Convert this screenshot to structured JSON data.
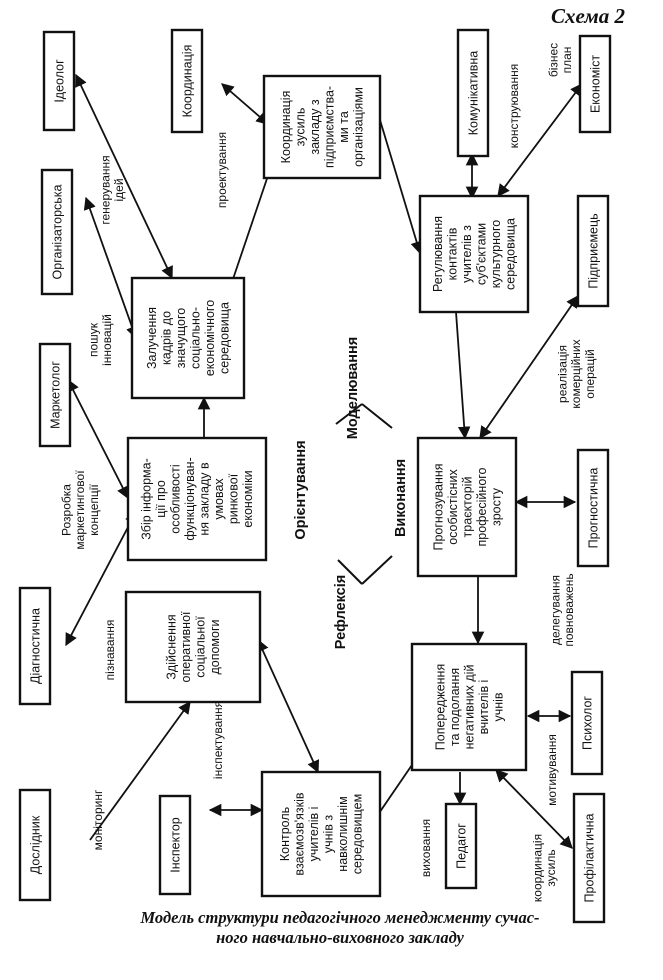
{
  "scheme_label": "Схема 2",
  "caption": {
    "line1": "Модель структури педагогічного менеджменту сучас-",
    "line2": "ного навчально-виховного закладу"
  },
  "center": {
    "functions": [
      "Моделювання",
      "Орієнтування",
      "Виконання",
      "Рефлексія"
    ]
  },
  "roles": {
    "ideolog": [
      "Ідеолог"
    ],
    "orhanizatorska": [
      "Організаторська"
    ],
    "marketoloh": [
      "Маркетолог"
    ],
    "diahnostychna": [
      "Діагностична"
    ],
    "doslidnyk": [
      "Дослідник"
    ],
    "koordynatsiia": [
      "Координація"
    ],
    "komunikatyvna": [
      "Комунікативна"
    ],
    "ekonomist": [
      "Економіст"
    ],
    "pidpryiemets": [
      "Підприємець"
    ],
    "prohnostychna": [
      "Прогностична"
    ],
    "psykholoh": [
      "Психолог"
    ],
    "profilaktychna": [
      "Профілактична"
    ],
    "pedahoh": [
      "Педагог"
    ],
    "inspektor": [
      "Інспектор"
    ]
  },
  "blocks": {
    "koordynatsiia_zusyl": [
      "Координація",
      "зусиль",
      "закладу з",
      "підприємства-",
      "ми та",
      "організаціями"
    ],
    "zaluchennia_kadriv": [
      "Залучення",
      "кадрів до",
      "значущого",
      "соціально-",
      "економічного",
      "середовища"
    ],
    "zbir_informatsii": [
      "Збір інформа-",
      "ції про",
      "особливості",
      "функціонуван-",
      "ня закладу в",
      "умовах",
      "ринкової",
      "економіки"
    ],
    "zdiisnennia_dopomohy": [
      "Здійснення",
      "оперативної",
      "соціальної",
      "допомоги"
    ],
    "kontrol_vzaiemozviazkiv": [
      "Контроль",
      "взаємозв'язків",
      "учителів і",
      "учнів з",
      "навколишнім",
      "середовищем"
    ],
    "rehuliuvannia_kontaktiv": [
      "Регулювання",
      "контактів",
      "учителів з",
      "суб'єктами",
      "культурного",
      "середовища"
    ],
    "prohnozuvannia_traiektorii": [
      "Прогнозування",
      "особистісних",
      "траєкторій",
      "професійного",
      "зросту"
    ],
    "poperedzhennia": [
      "Попередження",
      "та подолання",
      "негативних дій",
      "вчителів і",
      "учнів"
    ]
  },
  "edge_labels": {
    "heneruvannia_idei": [
      "генерування",
      "ідей"
    ],
    "poshuk_innovatsii": [
      "пошук",
      "інновацій"
    ],
    "rozrobka_kontseptsii": [
      "Розробка",
      "маркетингової",
      "концепції"
    ],
    "piznavannia": [
      "пізнавання"
    ],
    "monitorynh": [
      "моніторинг"
    ],
    "inspektuvannia": [
      "інспектування"
    ],
    "proektuvannia": [
      "проектування"
    ],
    "konstruiuvannia": [
      "конструювання"
    ],
    "biznes_plan": [
      "бізнес",
      "план"
    ],
    "realizatsiia_operatsii": [
      "реалізація",
      "комерційних",
      "операцій"
    ],
    "delehuvannia": [
      "делегування",
      "повноважень"
    ],
    "motyvuvannia": [
      "мотивування"
    ],
    "vykhovannia": [
      "виховання"
    ],
    "koordynatsiia_zusyl_label": [
      "координація",
      "зусиль"
    ]
  }
}
